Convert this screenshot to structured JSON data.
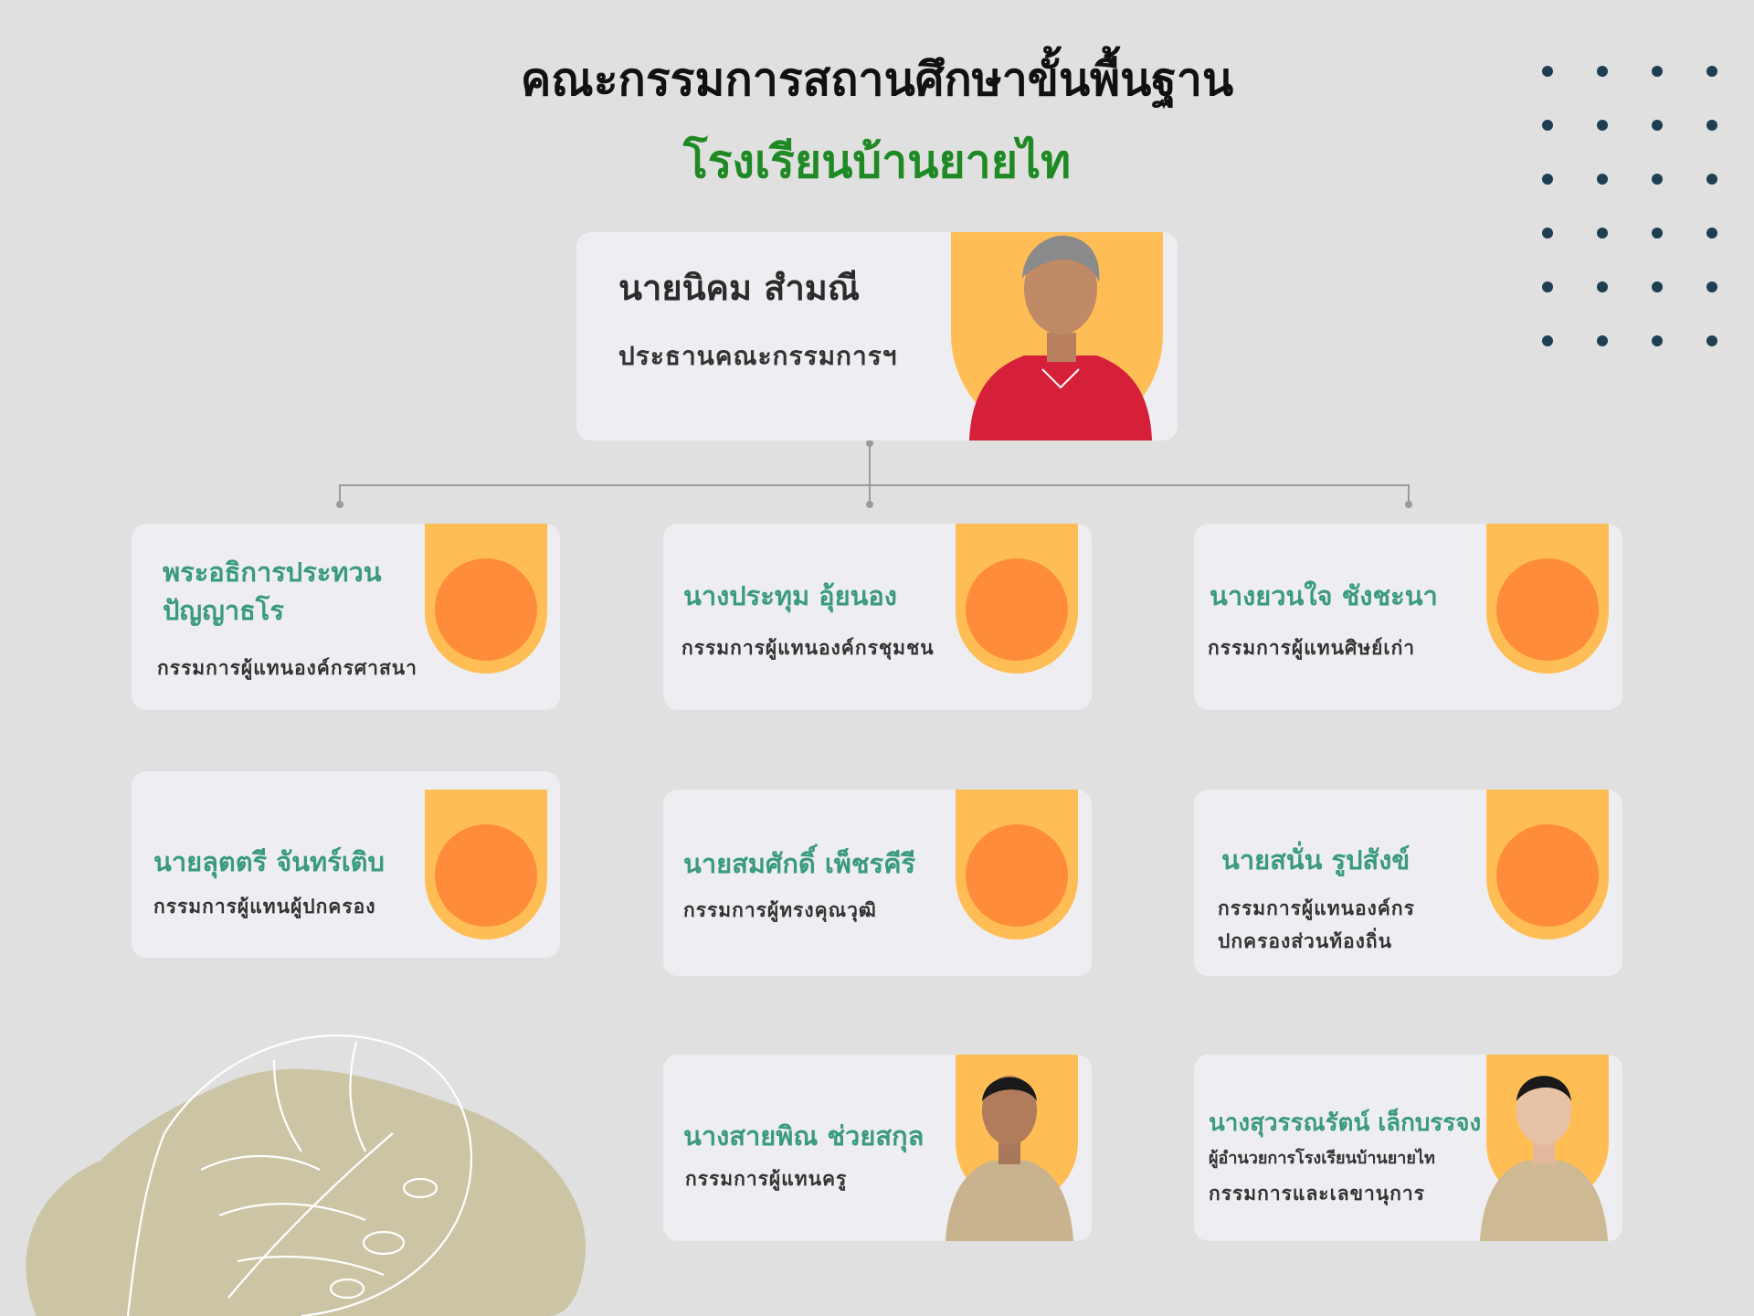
{
  "header": {
    "title": "คณะกรรมการสถานศึกษาขั้นพื้นฐาน",
    "school": "โรงเรียนบ้านยายไท"
  },
  "chair": {
    "name": "นายนิคม สำมณี",
    "role": "ประธานคณะกรรมการฯ"
  },
  "members": [
    {
      "name": "พระอธิการประทวน ปัญญาธโร",
      "role": "กรรมการผู้แทนองค์กรศาสนา"
    },
    {
      "name": "นางประทุม อุ้ยนอง",
      "role": "กรรมการผู้แทนองค์กรชุมชน"
    },
    {
      "name": "นางยวนใจ ชังชะนา",
      "role": "กรรมการผู้แทนศิษย์เก่า"
    },
    {
      "name": "นายลุตตรี จันทร์เติบ",
      "role": "กรรมการผู้แทนผู้ปกครอง"
    },
    {
      "name": "นายสมศักดิ์ เพ็ชรคีรี",
      "role": "กรรมการผู้ทรงคุณวุฒิ"
    },
    {
      "name": "นายสนั่น รูปสังข์",
      "role": "กรรมการผู้แทนองค์กร ปกครองส่วนท้องถิ่น"
    },
    {
      "name": "นางสายพิณ ช่วยสกุล",
      "role": "กรรมการผู้แทนครู"
    },
    {
      "name": "นางสุวรรณรัตน์ เล็กบรรจง",
      "subtitle": "ผู้อำนวยการโรงเรียนบ้านยายไท",
      "role": "กรรมการและเลขานุการ"
    }
  ]
}
